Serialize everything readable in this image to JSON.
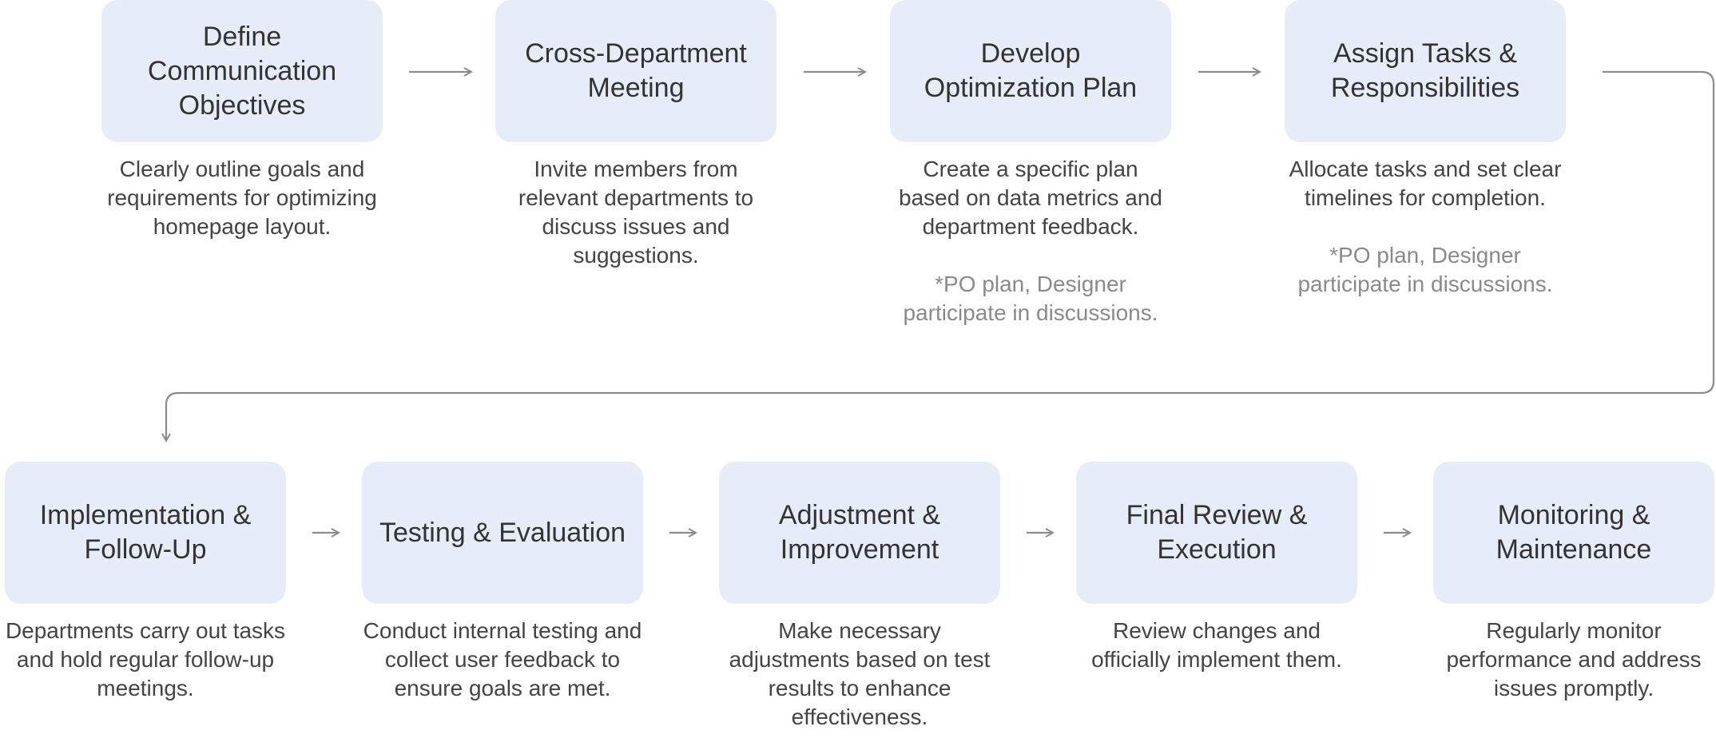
{
  "steps": [
    {
      "title": "Define Communication Objectives",
      "description": "Clearly outline goals and requirements for optimizing homepage layout.",
      "note": ""
    },
    {
      "title": "Cross-Department Meeting",
      "description": "Invite members from relevant departments to discuss issues and suggestions.",
      "note": ""
    },
    {
      "title": "Develop Optimization Plan",
      "description": "Create a specific plan based on data metrics and department feedback.",
      "note": "*PO plan, Designer participate in discussions."
    },
    {
      "title": "Assign Tasks & Responsibilities",
      "description": "Allocate tasks and set clear timelines for completion.",
      "note": "*PO plan, Designer participate in discussions."
    },
    {
      "title": "Implementation & Follow-Up",
      "description": "Departments carry out tasks and hold regular follow-up meetings.",
      "note": ""
    },
    {
      "title": "Testing & Evaluation",
      "description": "Conduct internal testing and collect user feedback to ensure goals are met.",
      "note": ""
    },
    {
      "title": "Adjustment & Improvement",
      "description": "Make necessary adjustments based on test results to enhance effectiveness.",
      "note": ""
    },
    {
      "title": "Final Review & Execution",
      "description": "Review changes and officially implement them.",
      "note": ""
    },
    {
      "title": "Monitoring & Maintenance",
      "description": "Regularly monitor performance and address issues promptly.",
      "note": ""
    }
  ],
  "colors": {
    "box_fill": "#e6edf8",
    "arrow": "#8c8c8c",
    "text": "#444444",
    "note_text": "#8a8a8a"
  }
}
